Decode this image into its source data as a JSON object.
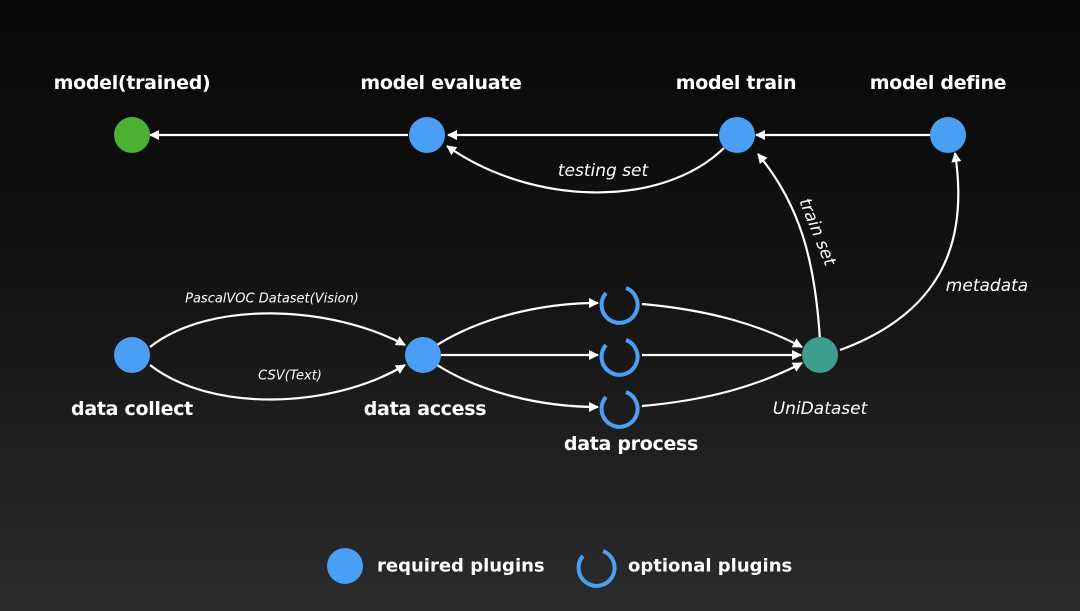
{
  "nodes": {
    "model_trained": {
      "label": "model(trained)",
      "color": "#4bb034",
      "kind": "required"
    },
    "model_evaluate": {
      "label": "model evaluate",
      "color": "#4a9ff5",
      "kind": "required"
    },
    "model_train": {
      "label": "model train",
      "color": "#4a9ff5",
      "kind": "required"
    },
    "model_define": {
      "label": "model define",
      "color": "#4a9ff5",
      "kind": "required"
    },
    "data_collect": {
      "label": "data collect",
      "color": "#4a9ff5",
      "kind": "required"
    },
    "data_access": {
      "label": "data access",
      "color": "#4a9ff5",
      "kind": "required"
    },
    "data_process": {
      "label": "data process",
      "color": "#4a9ff5",
      "kind": "optional"
    },
    "unidataset": {
      "label": "UniDataset",
      "color": "#3d9e90",
      "kind": "required"
    }
  },
  "edges": {
    "testing_set": "testing set",
    "train_set": "train set",
    "metadata": "metadata",
    "pascal_voc": "PascalVOC Dataset(Vision)",
    "csv_text": "CSV(Text)"
  },
  "legend": {
    "required": "required plugins",
    "optional": "optional plugins"
  },
  "colors": {
    "required": "#4a9ff5",
    "edge": "#ffffff",
    "background": "#0c0c0c"
  }
}
